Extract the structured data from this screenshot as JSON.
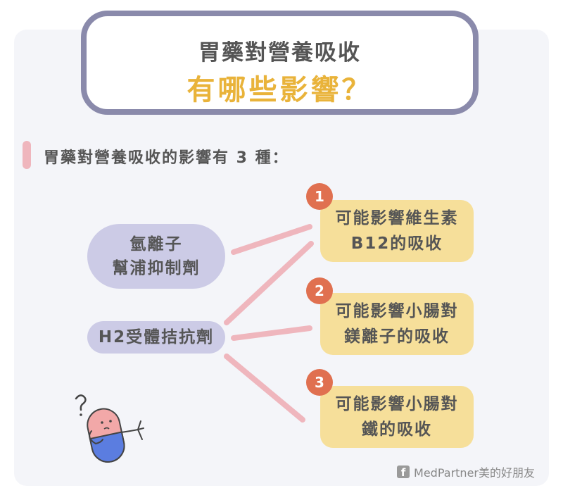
{
  "title": {
    "line1": "胃藥對營養吸收",
    "line2": "有哪些影響？"
  },
  "intro": "胃藥對營養吸收的影響有 3 種：",
  "drugs": {
    "ppi": {
      "line1": "氫離子",
      "line2": "幫浦抑制劑"
    },
    "h2": "H2受體拮抗劑"
  },
  "effects": [
    {
      "number": "1",
      "line1": "可能影響維生素",
      "line2": "B12的吸收"
    },
    {
      "number": "2",
      "line1": "可能影響小腸對",
      "line2": "鎂離子的吸收"
    },
    {
      "number": "3",
      "line1": "可能影響小腸對",
      "line2": "鐵的吸收"
    }
  ],
  "footer": {
    "brand": "MedPartner美的好朋友",
    "icon": "facebook-icon"
  },
  "colors": {
    "title_accent": "#e9b33a",
    "frame": "#8a8aab",
    "drug_bg": "#cccbe6",
    "effect_bg": "#f6df9a",
    "badge": "#e07050",
    "connector": "#efb6bd"
  }
}
